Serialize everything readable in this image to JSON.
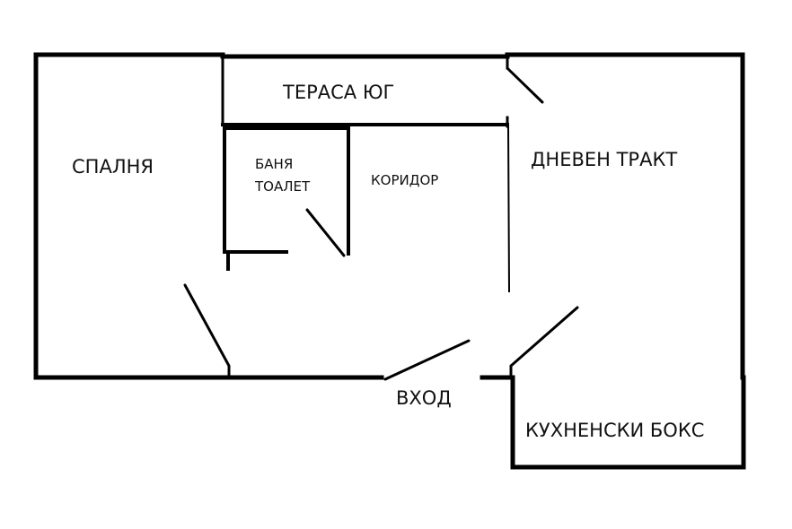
{
  "diagram": {
    "type": "floor-plan",
    "wall_color": "#000000",
    "background": "#ffffff",
    "rooms": [
      {
        "id": "bedroom",
        "label": "СПАЛНЯ"
      },
      {
        "id": "terrace",
        "label": "ТЕРАСА  ЮГ"
      },
      {
        "id": "bathroom",
        "label_line1": "БАНЯ",
        "label_line2": "ТОАЛЕТ"
      },
      {
        "id": "corridor",
        "label": "КОРИДОР"
      },
      {
        "id": "living",
        "label": "ДНЕВЕН ТРАКТ"
      },
      {
        "id": "kitchen",
        "label": "КУХНЕНСКИ  БОКС"
      }
    ],
    "entrance": {
      "label": "ВХОД"
    }
  }
}
